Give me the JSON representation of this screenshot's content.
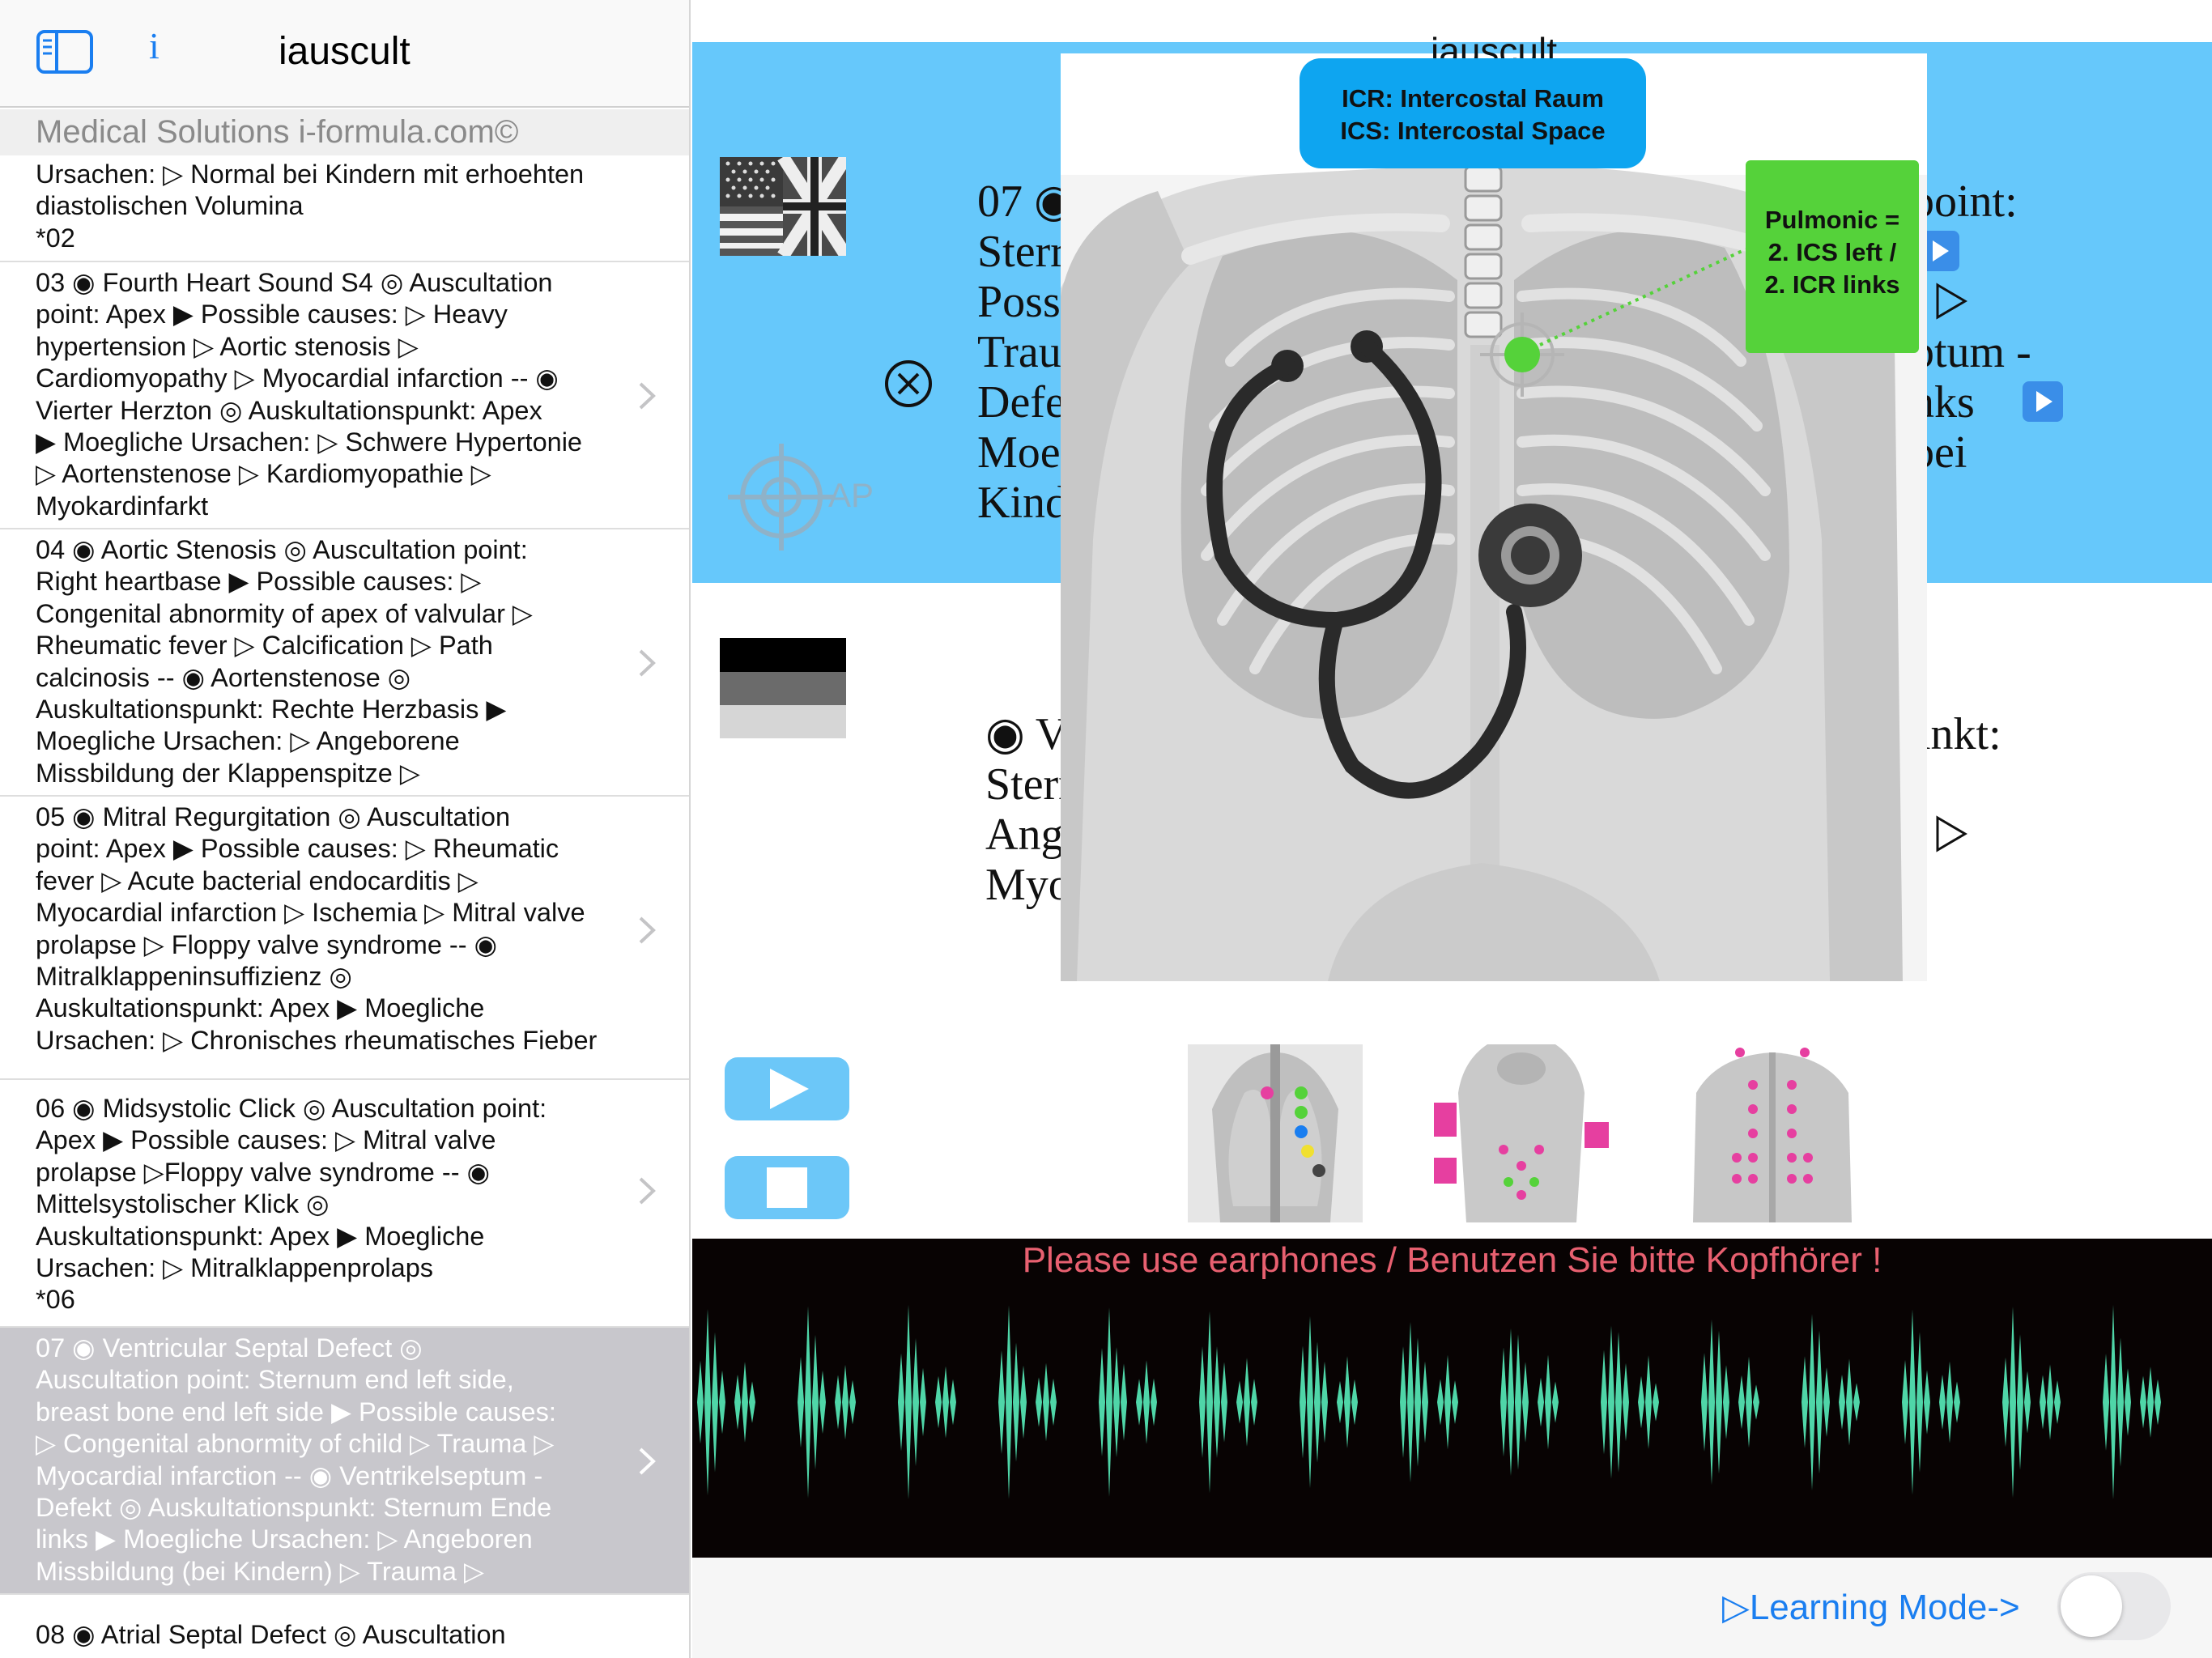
{
  "sidebar": {
    "nav_title": "iauscult",
    "info_label": "i",
    "section_header": "Medical Solutions i-formula.com©",
    "rows": [
      {
        "id": "02",
        "text": "Ursachen: ▷ Normal bei Kindern mit erhoehten\ndiastolischen Volumina\n*02",
        "selected": false
      },
      {
        "id": "03",
        "text": "03 ◉ Fourth Heart Sound S4    ◎ Auscultation\npoint: Apex    ▶ Possible causes: ▷ Heavy\nhypertension ▷ Aortic stenosis ▷\nCardiomyopathy ▷ Myocardial infarction -- ◉\nVierter Herzton  ◎ Auskultationspunkt: Apex\n▶ Moegliche Ursachen: ▷ Schwere Hypertonie\n▷ Aortenstenose ▷ Kardiomyopathie ▷\nMyokardinfarkt",
        "selected": false
      },
      {
        "id": "04",
        "text": "04 ◉ Aortic Stenosis    ◎ Auscultation point:\nRight heartbase    ▶ Possible causes: ▷\nCongenital abnormity of apex of valvular ▷\nRheumatic fever ▷ Calcification ▷ Path\ncalcinosis -- ◉ Aortenstenose   ◎\nAuskultationspunkt: Rechte Herzbasis    ▶\nMoegliche Ursachen: ▷ Angeborene\nMissbildung der Klappenspitze ▷",
        "selected": false
      },
      {
        "id": "05",
        "text": "05 ◉ Mitral Regurgitation    ◎ Auscultation\npoint: Apex    ▶ Possible causes: ▷ Rheumatic\nfever ▷ Acute bacterial endocarditis ▷\nMyocardial infarction ▷ Ischemia  ▷ Mitral valve\nprolapse ▷ Floppy valve syndrome -- ◉\nMitralklappeninsuffizienz    ◎\nAuskultationspunkt: Apex   ▶ Moegliche\nUrsachen: ▷ Chronisches rheumatisches Fieber",
        "selected": false
      },
      {
        "id": "06",
        "text": "06 ◉ Midsystolic Click    ◎ Auscultation point:\nApex    ▶ Possible causes: ▷ Mitral valve\nprolapse ▷Floppy valve syndrome -- ◉\nMittelsystolischer Klick    ◎\nAuskultationspunkt: Apex    ▶ Moegliche\nUrsachen: ▷ Mitralklappenprolaps\n*06",
        "selected": false
      },
      {
        "id": "07",
        "text": "07 ◉ Ventricular Septal Defect    ◎\nAuscultation point: Sternum end left side,\nbreast bone end left side    ▶ Possible causes:\n▷ Congenital abnormity of child ▷ Trauma ▷\nMyocardial infarction -- ◉ Ventrikelseptum -\nDefekt    ◎ Auskultationspunkt: Sternum Ende\nlinks    ▶ Moegliche Ursachen: ▷ Angeboren\nMissbildung (bei Kindern) ▷ Trauma ▷",
        "selected": true
      },
      {
        "id": "08",
        "text": "08 ◉ Atrial Septal Defect    ◎ Auscultation",
        "selected": false
      }
    ]
  },
  "detail": {
    "english_text": {
      "left": "07 ◉\nSterr\nPoss\nTrau\nDefe\nMoe\nKind",
      "right": "point:\n\n\nptum -\nnks\nbei"
    },
    "german_text": {
      "left": "◉ V\nSterr\nAnge\nMyo",
      "right": "ınkt:"
    },
    "target_label": "AP",
    "earphones_notice": "Please use earphones / Benutzen Sie bitte Kopfhörer !",
    "learning_mode_label": "▷Learning Mode->",
    "learning_mode_on": false
  },
  "overlay": {
    "title": "iauscult",
    "ics_line1": "ICR: Intercostal Raum",
    "ics_line2": "ICS: Intercostal Space",
    "pulmonic_line1": "Pulmonic =",
    "pulmonic_line2": "2. ICS left /",
    "pulmonic_line3": "2. ICR links"
  },
  "colors": {
    "accent_blue": "#1a7ef0",
    "band_blue": "#66c8fb",
    "button_blue": "#6cc7f8",
    "wave_green": "#4fd6a8",
    "notice_red": "#e86070",
    "pulmonic_green": "#55d23a",
    "ics_blue": "#0ea5f0",
    "selected_row": "#c8c7cc"
  },
  "icons": [
    "sidebar-toggle-icon",
    "info-icon",
    "chevron-right-icon",
    "us-uk-flag-icon",
    "german-flag-icon",
    "close-icon",
    "target-icon",
    "play-icon",
    "stop-icon",
    "stethoscope-icon"
  ]
}
